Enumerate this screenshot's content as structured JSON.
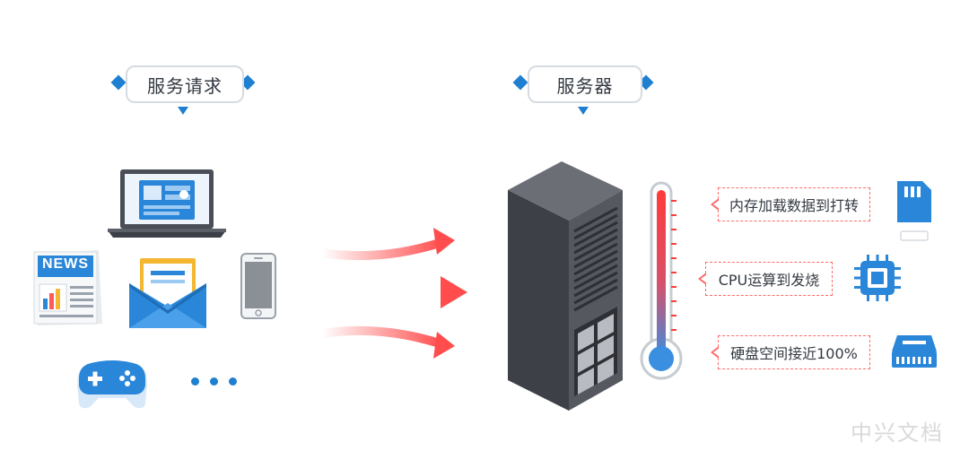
{
  "headers": {
    "requests": "服务请求",
    "server": "服务器"
  },
  "devices": {
    "news_label": "NEWS"
  },
  "status": {
    "memory": "内存加载数据到打转",
    "cpu": "CPU运算到发烧",
    "disk": "硬盘空间接近100%"
  },
  "watermark": "中兴文档",
  "icons": [
    "laptop-icon",
    "news-icon",
    "email-icon",
    "phone-icon",
    "gamepad-icon",
    "more-dots-icon",
    "server-icon",
    "thermometer-icon",
    "sd-card-icon",
    "cpu-chip-icon",
    "hard-drive-icon"
  ],
  "colors": {
    "accent_blue": "#1f7fd0",
    "alert_red": "#ff4d4d",
    "server_dark": "#4a4d54"
  }
}
